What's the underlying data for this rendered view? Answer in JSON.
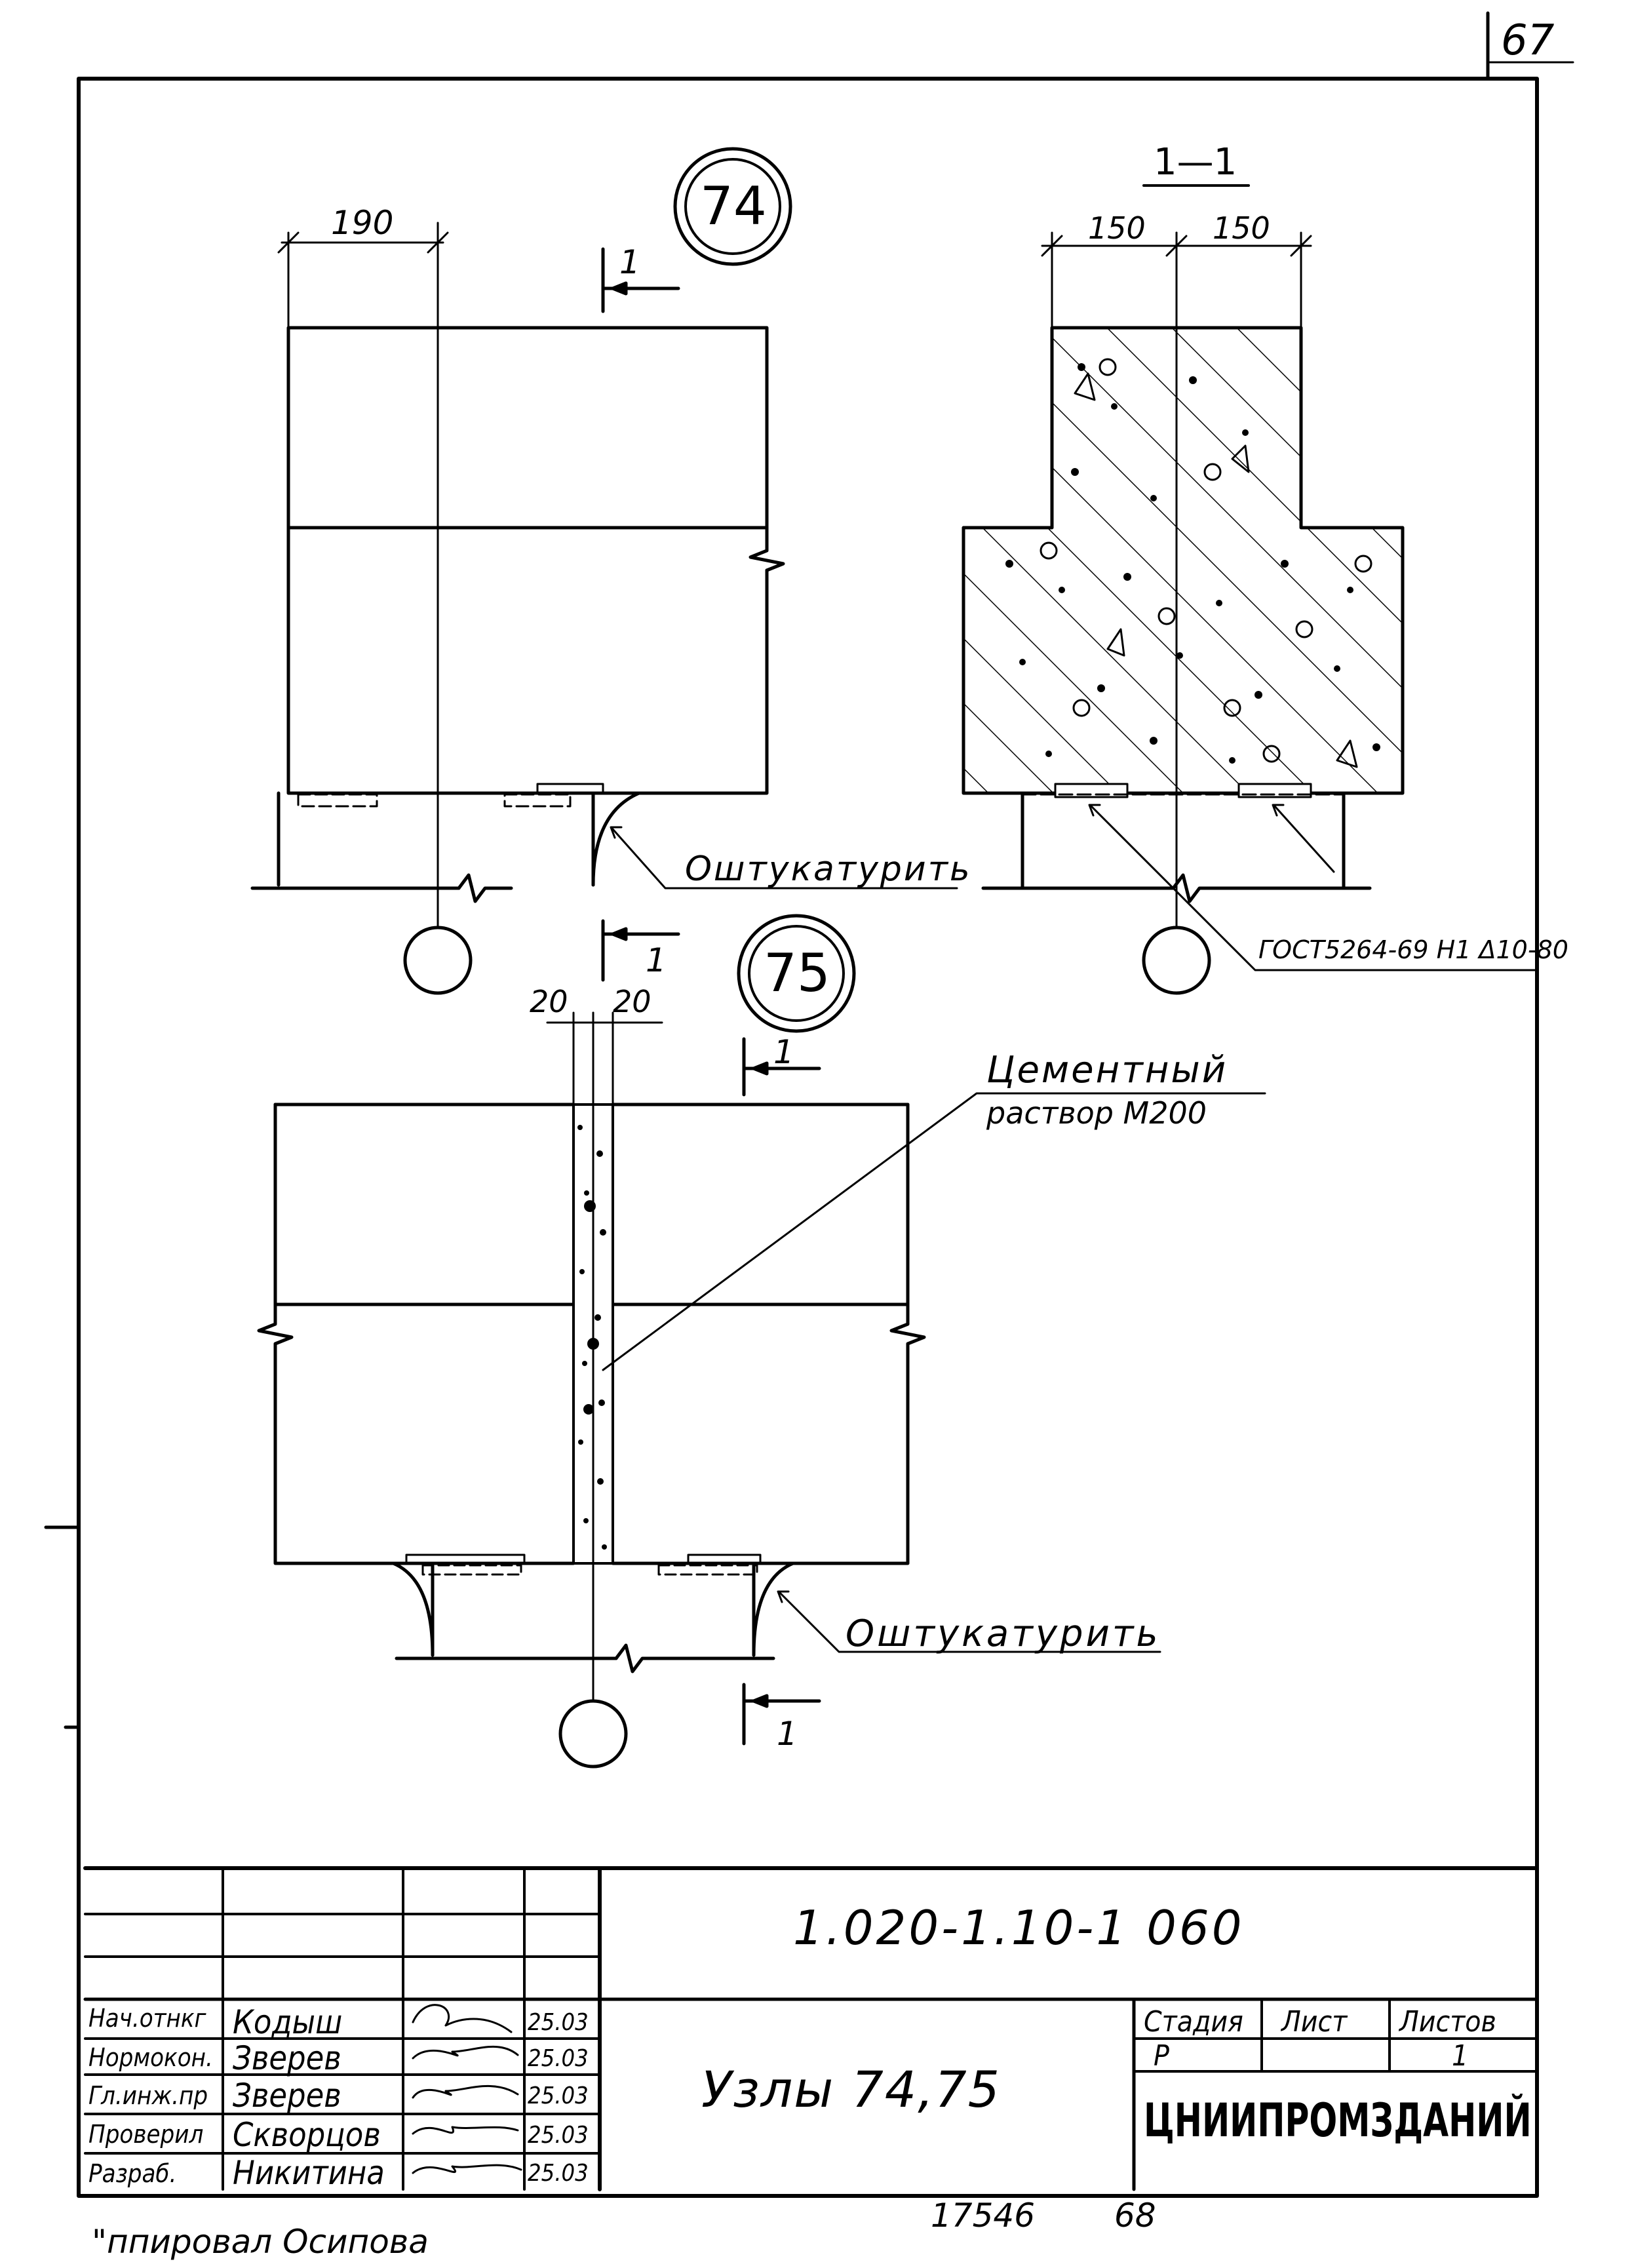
{
  "page_number": "67",
  "bottom_numbers": [
    "17546",
    "68"
  ],
  "copier_note": "\"ппировал Осипова",
  "node_74": {
    "marker": "74",
    "dim_width": "190",
    "section_mark": "1",
    "plaster_note": "Оштукатурить"
  },
  "section_1_1": {
    "title": "1—1",
    "dim_left": "150",
    "dim_right": "150",
    "weld_note": "ГОСТ5264-69 Н1 Δ10-80"
  },
  "node_75": {
    "marker": "75",
    "dim_left": "20",
    "dim_right": "20",
    "section_mark": "1",
    "mortar_note_line1": "Цементный",
    "mortar_note_line2": "раствор М200",
    "plaster_note": "Оштукатурить"
  },
  "title_block": {
    "designation": "1.020-1.10-1 060",
    "drawing_title": "Узлы 74,75",
    "stage_header": "Стадия",
    "sheet_header": "Лист",
    "sheets_header": "Листов",
    "stage_value": "Р",
    "sheets_value": "1",
    "organization": "ЦНИИПРОМЗДАНИЙ",
    "signatures": [
      {
        "role": "Нач.отнкг",
        "name": "Кодыш",
        "date": "25.03"
      },
      {
        "role": "Нормокон.",
        "name": "Зверев",
        "date": "25.03"
      },
      {
        "role": "Гл.инж.пр",
        "name": "Зверев",
        "date": "25.03"
      },
      {
        "role": "Проверил",
        "name": "Скворцов",
        "date": "25.03"
      },
      {
        "role": "Разраб.",
        "name": "Никитина",
        "date": "25.03"
      }
    ]
  }
}
